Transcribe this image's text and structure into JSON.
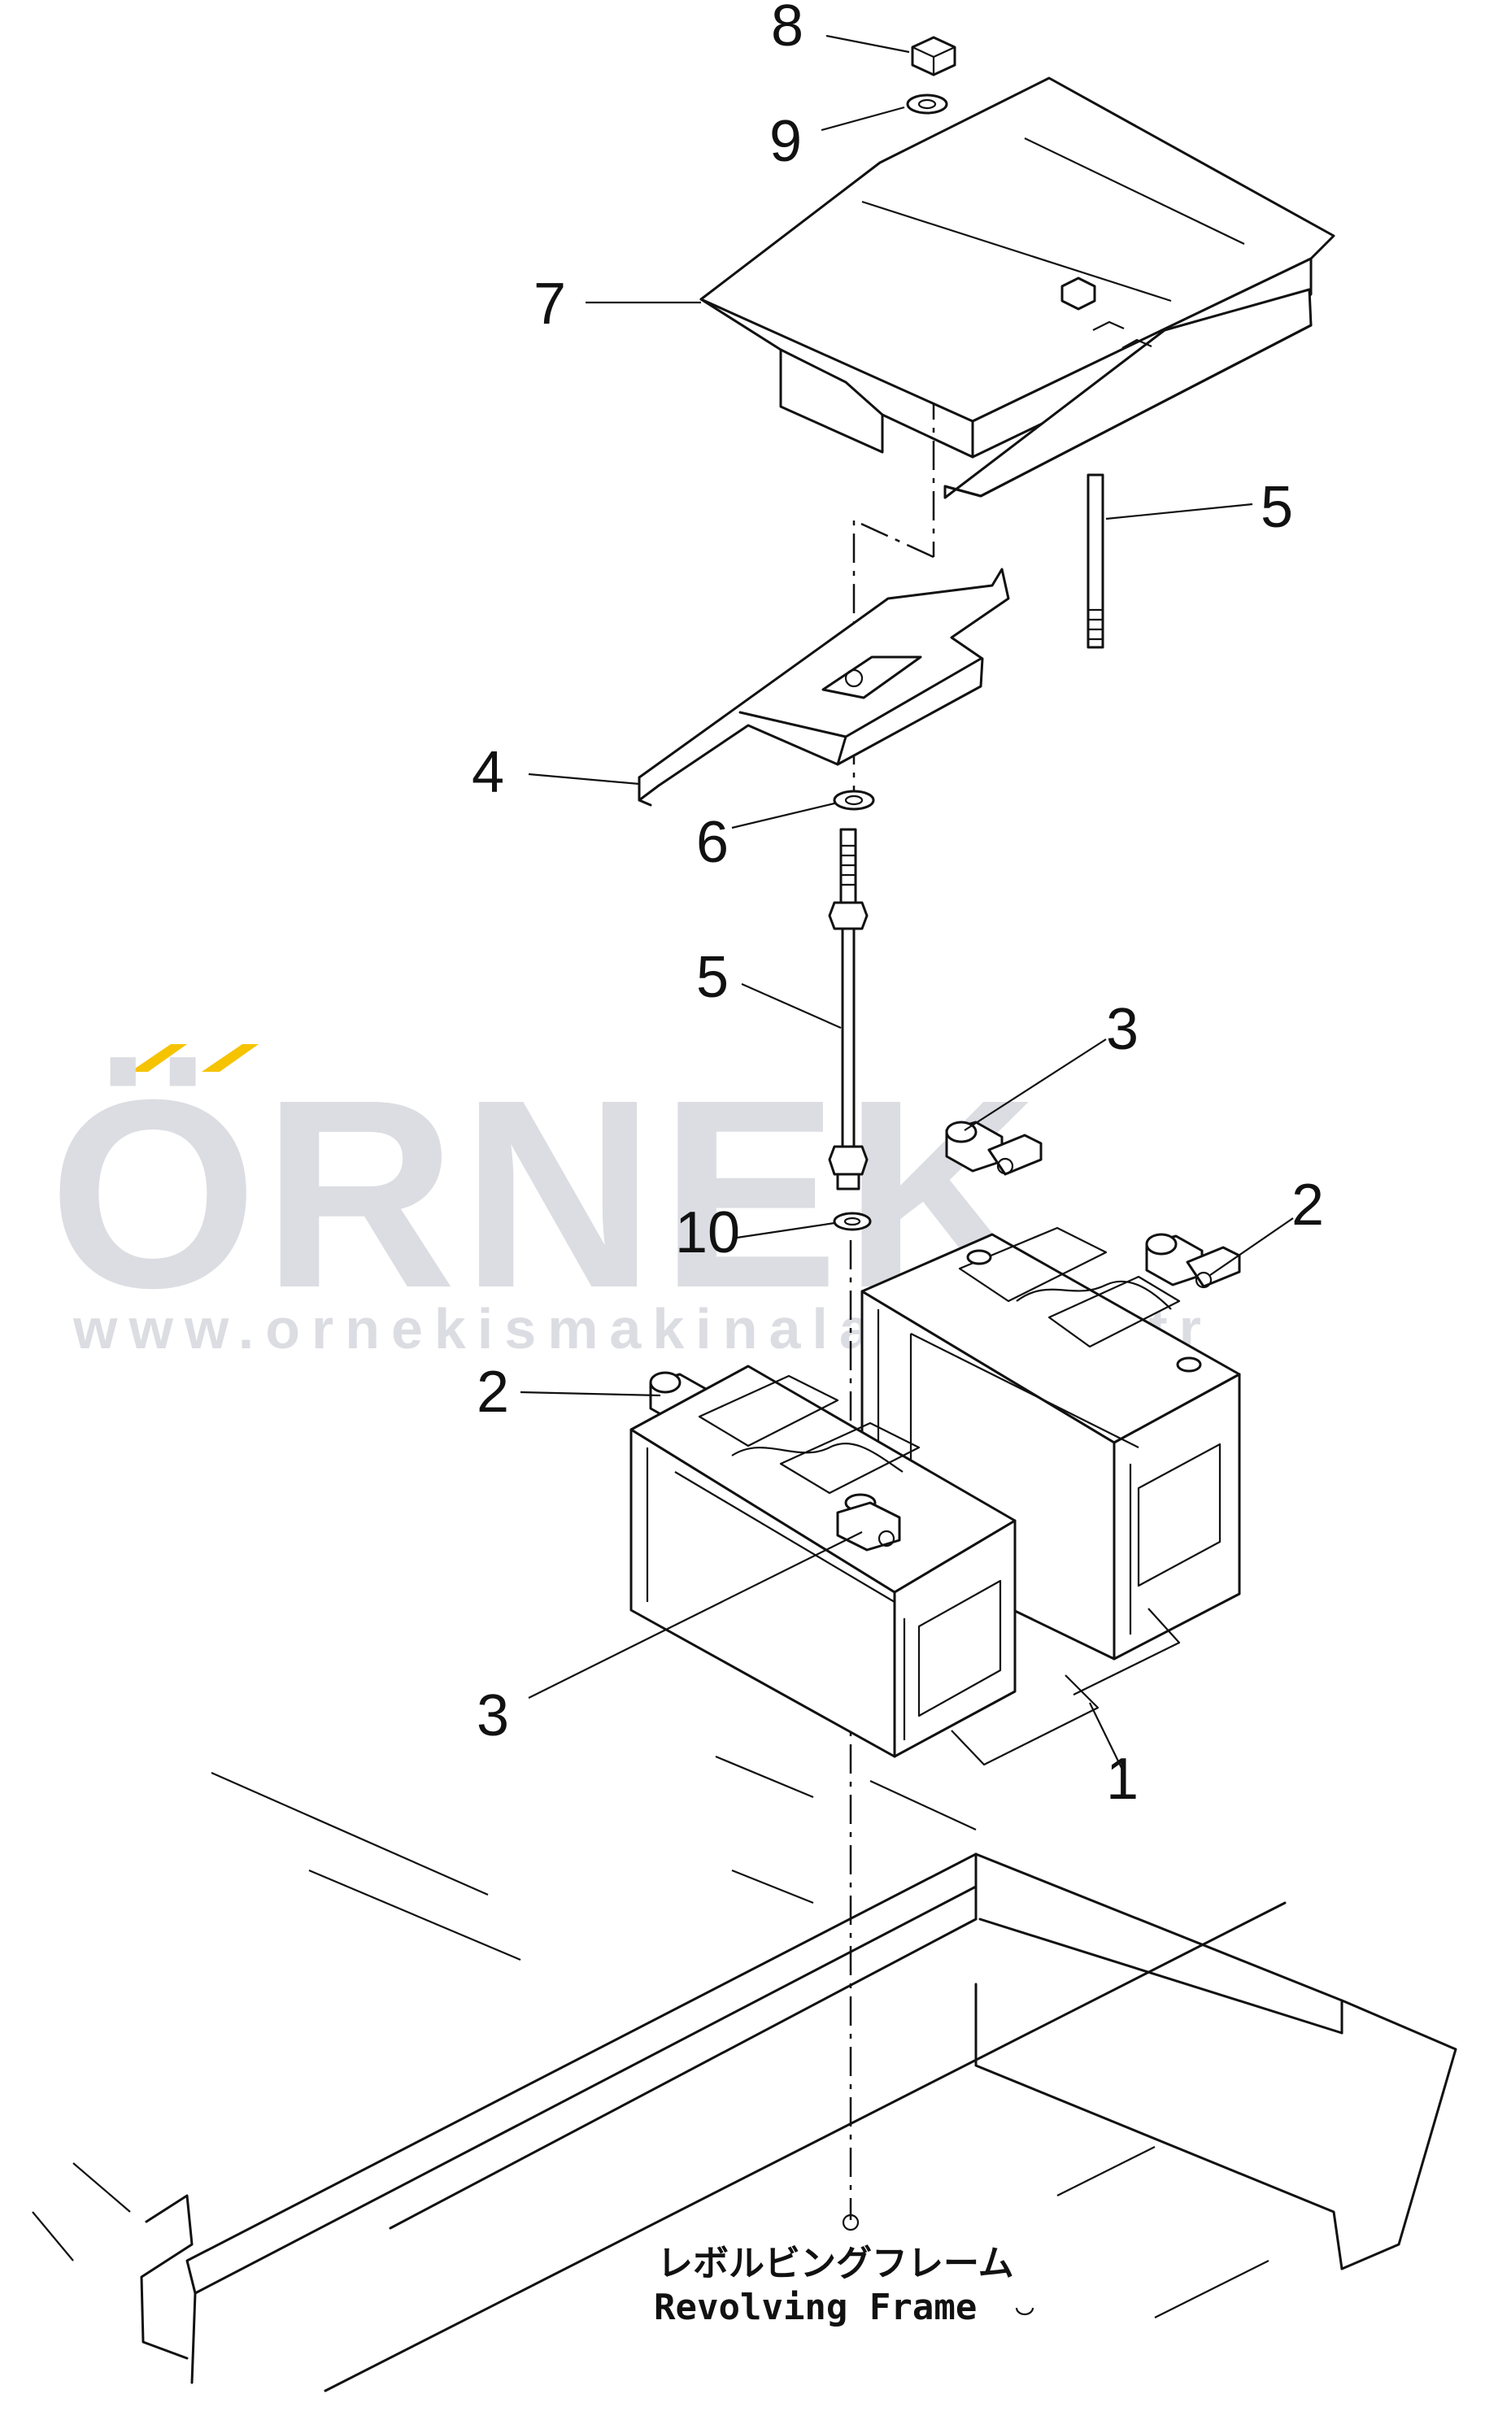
{
  "watermark": {
    "brand": "ÖRNEK",
    "url": "www.ornekismakinalari.com.tr",
    "accent_color": "#f5c300",
    "text_color": "#dcdde2"
  },
  "callouts": [
    {
      "id": "8",
      "label": "8"
    },
    {
      "id": "9",
      "label": "9"
    },
    {
      "id": "7",
      "label": "7"
    },
    {
      "id": "5a",
      "label": "5"
    },
    {
      "id": "4",
      "label": "4"
    },
    {
      "id": "6",
      "label": "6"
    },
    {
      "id": "5b",
      "label": "5"
    },
    {
      "id": "3a",
      "label": "3"
    },
    {
      "id": "2a",
      "label": "2"
    },
    {
      "id": "10",
      "label": "10"
    },
    {
      "id": "2b",
      "label": "2"
    },
    {
      "id": "3b",
      "label": "3"
    },
    {
      "id": "1",
      "label": "1"
    }
  ],
  "caption": {
    "japanese": "レボルビングフレーム",
    "english": "Revolving Frame"
  },
  "line_color": "#111111",
  "background": "#ffffff"
}
